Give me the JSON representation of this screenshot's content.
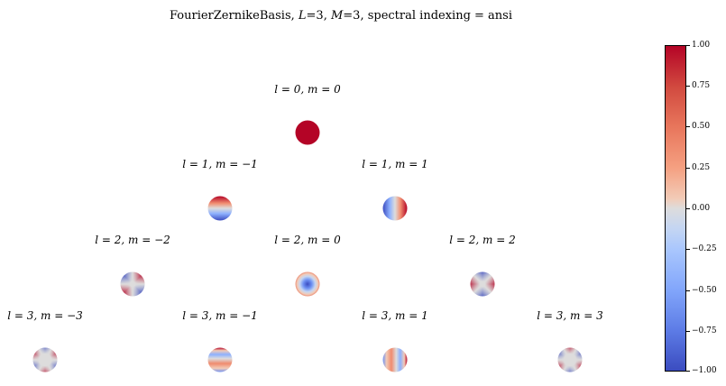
{
  "chart_data": {
    "type": "heatmap",
    "title": "FourierZernikeBasis, L=3, M=3, spectral indexing = ansi",
    "title_parts": {
      "prefix": "FourierZernikeBasis, ",
      "L": "L",
      "L_val": "=3",
      "M": "M",
      "M_val": "=3",
      "suffix": ", spectral indexing = ansi"
    },
    "basis": "FourierZernikeBasis",
    "L": 3,
    "M": 3,
    "spectral_indexing": "ansi",
    "colormap": "coolwarm",
    "colorbar": {
      "vmin": -1.0,
      "vmax": 1.0,
      "ticks": [
        "1.00",
        "0.75",
        "0.50",
        "0.25",
        "0.00",
        "−0.25",
        "−0.50",
        "−0.75",
        "−1.00"
      ],
      "tick_values": [
        1.0,
        0.75,
        0.5,
        0.25,
        0.0,
        -0.25,
        -0.5,
        -0.75,
        -1.0
      ],
      "position": "right"
    },
    "subplots": [
      {
        "label": "l = 0, m = 0",
        "l": 0,
        "m": 0,
        "pattern": "uniform positive (+1)"
      },
      {
        "label": "l = 1, m = −1",
        "l": 1,
        "m": -1,
        "pattern": "vertical gradient: red top, blue bottom"
      },
      {
        "label": "l = 1, m = 1",
        "l": 1,
        "m": 1,
        "pattern": "horizontal gradient: blue left, red right"
      },
      {
        "label": "l = 2, m = −2",
        "l": 2,
        "m": -2,
        "pattern": "diagonal quadrupole"
      },
      {
        "label": "l = 2, m = 0",
        "l": 2,
        "m": 0,
        "pattern": "radial: blue center, red rim"
      },
      {
        "label": "l = 2, m = 2",
        "l": 2,
        "m": 2,
        "pattern": "axis-aligned quadrupole: red left/right, blue top/bottom"
      },
      {
        "label": "l = 3, m = −3",
        "l": 3,
        "m": -3,
        "pattern": "trefoil (6 lobes)"
      },
      {
        "label": "l = 3, m = −1",
        "l": 3,
        "m": -1,
        "pattern": "vertical coma"
      },
      {
        "label": "l = 3, m = 1",
        "l": 3,
        "m": 1,
        "pattern": "horizontal coma"
      },
      {
        "label": "l = 3, m = 3",
        "l": 3,
        "m": 3,
        "pattern": "trefoil (6 lobes, rotated)"
      }
    ]
  }
}
